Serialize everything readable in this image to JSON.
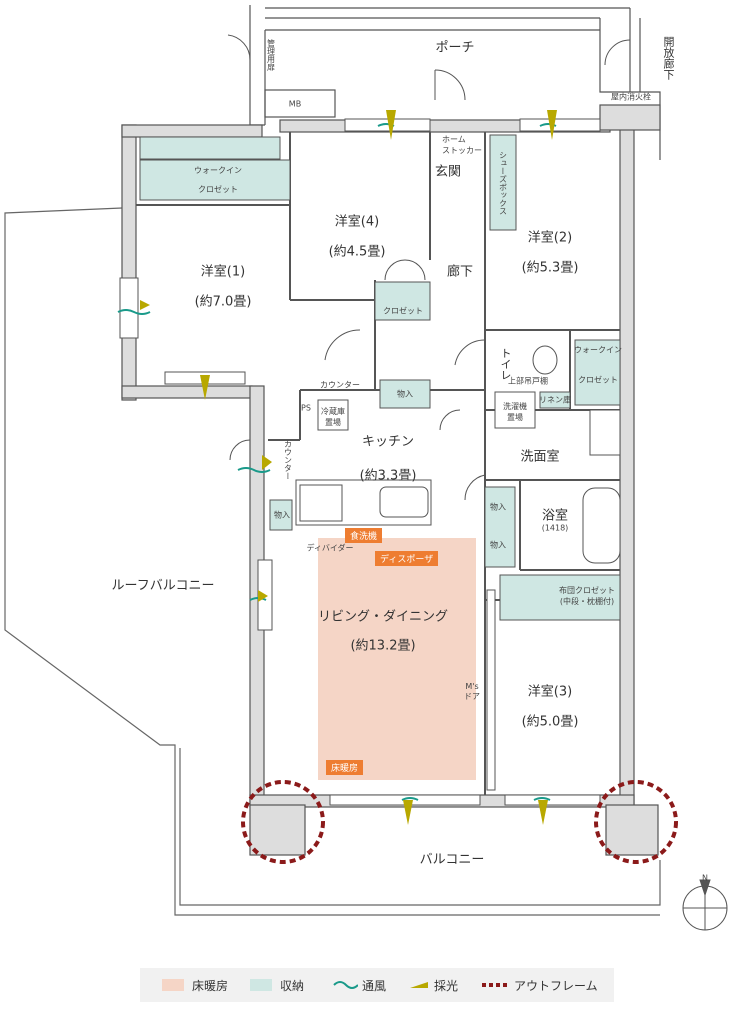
{
  "rooms": {
    "porch": "ポーチ",
    "open_corridor": "開放廊下",
    "pipe_space_door": "管理用扉",
    "mb": "MB",
    "fire_hydrant": "屋内消火栓",
    "walkin1": "ウォークイン\nクロゼット",
    "room4_name": "洋室(4)",
    "room4_size": "(約4.5畳)",
    "room1_name": "洋室(1)",
    "room1_size": "(約7.0畳)",
    "room2_name": "洋室(2)",
    "room2_size": "(約5.3畳)",
    "home_stocker": "ホーム\nストッカー",
    "genkan": "玄関",
    "shoes_box": "シューズボックス",
    "corridor": "廊下",
    "closet": "クロゼット",
    "toilet": "トイレ",
    "upper_shelf": "上部吊戸棚",
    "walkin2": "ウォークイン",
    "closet2": "クロゼット",
    "linen": "リネン庫",
    "washer": "洗濯機\n置場",
    "counter": "カウンター",
    "ps": "PS",
    "fridge": "冷蔵庫\n置場",
    "storage": "物入",
    "kitchen_name": "キッチン",
    "kitchen_size": "(約3.3畳)",
    "counter_v": "カウンター",
    "washroom": "洗面室",
    "bath": "浴室",
    "bath_size": "(1418)",
    "dishwasher": "食洗機",
    "disposer": "ディスポーザ",
    "divider": "ディバイダー",
    "futon_closet": "布団クロゼット\n(中段・枕棚付)",
    "roof_balcony": "ルーフバルコニー",
    "living_name": "リビング・ダイニング",
    "living_size": "(約13.2畳)",
    "msdoor": "M's\nドア",
    "room3_name": "洋室(3)",
    "room3_size": "(約5.0畳)",
    "floor_heating": "床暖房",
    "balcony": "バルコニー",
    "north": "N"
  },
  "legend": {
    "floor_heating": "床暖房",
    "storage": "収納",
    "ventilation": "通風",
    "daylight": "採光",
    "outframe": "アウトフレーム"
  },
  "colors": {
    "floor_heating": "#f5d5c6",
    "storage": "#cfe7e3",
    "ventilation": "#1a9a8a",
    "daylight": "#b8a800",
    "outframe": "#8b1a1a",
    "tag": "#ee7d31"
  }
}
